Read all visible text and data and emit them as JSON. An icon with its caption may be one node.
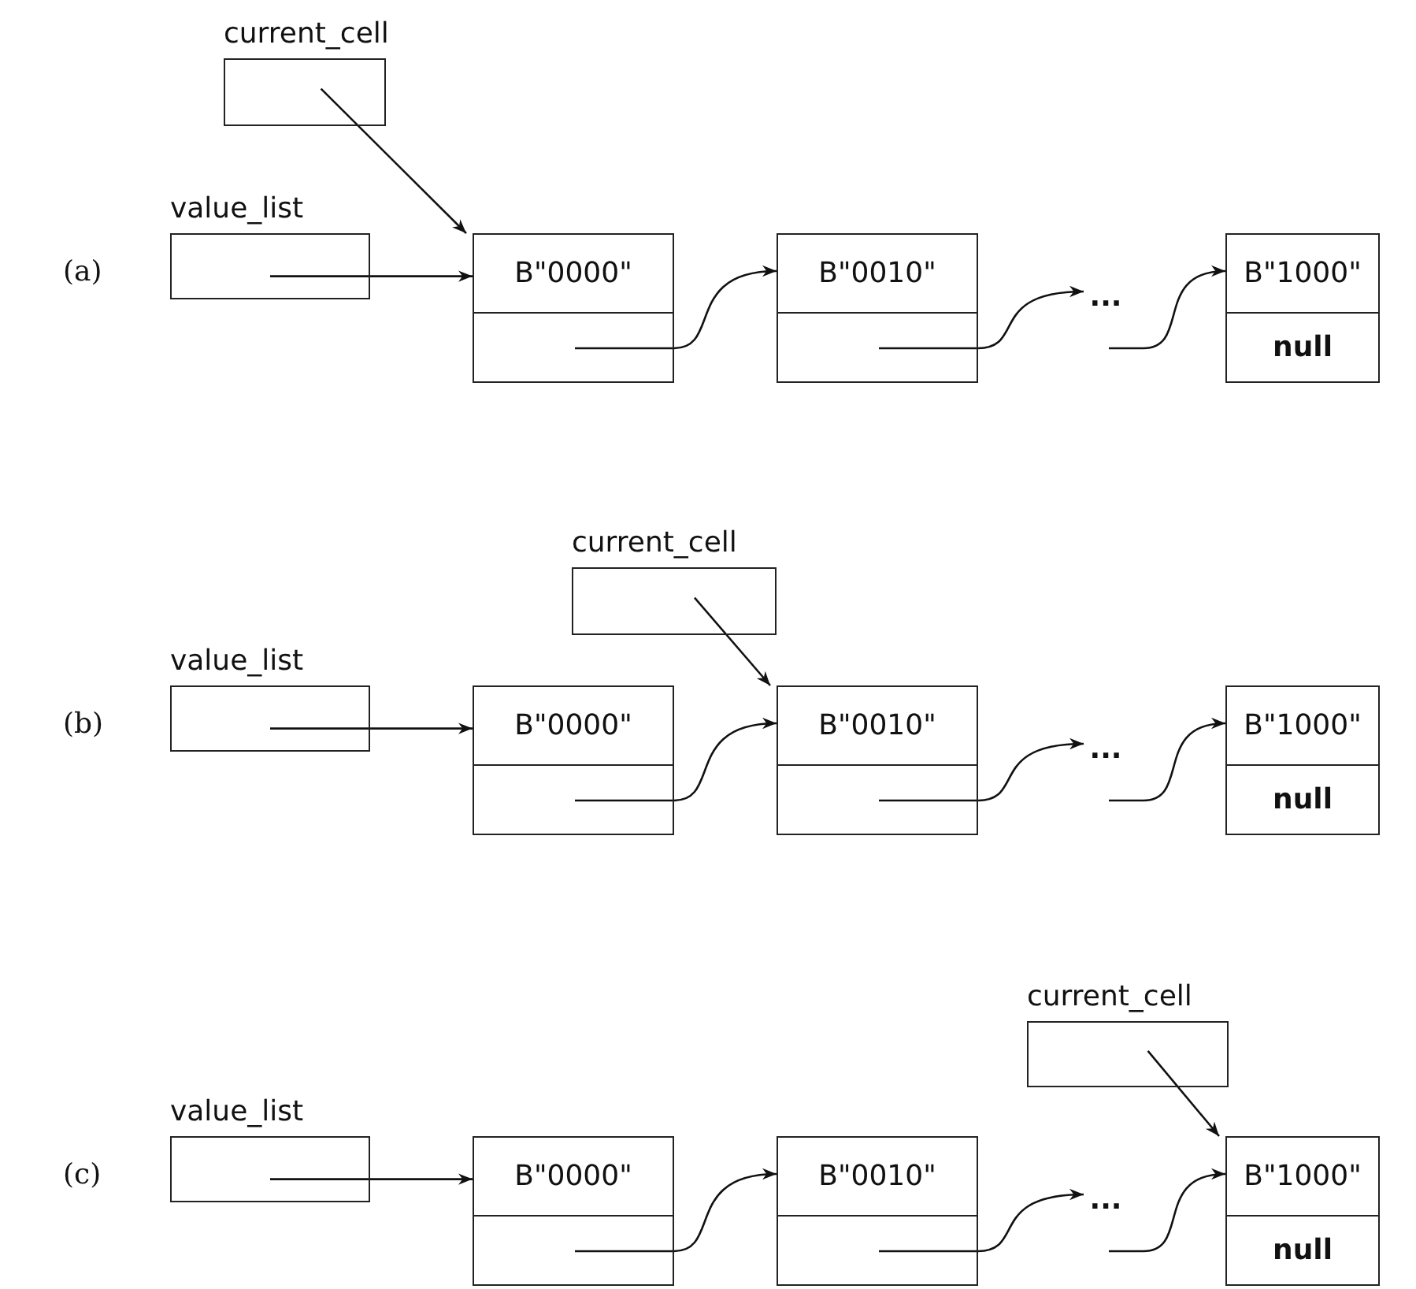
{
  "diagram": {
    "nodes": [
      {
        "text": [
          "current_cell"
        ]
      },
      {
        "text": [
          "value_list"
        ]
      },
      {
        "text": [
          "B\"0000\""
        ]
      },
      {
        "text": [
          "B\"0010\""
        ]
      },
      {
        "text": [
          "..."
        ]
      },
      {
        "text": [
          "B\"1000\"",
          "null"
        ]
      },
      {
        "text": [
          "current_cell"
        ]
      },
      {
        "text": [
          "value_list"
        ]
      },
      {
        "text": [
          "B\"0000\""
        ]
      },
      {
        "text": [
          "B\"0010\""
        ]
      },
      {
        "text": [
          "..."
        ]
      },
      {
        "text": [
          "B\"1000\"",
          "null"
        ]
      },
      {
        "text": [
          "current_cell"
        ]
      },
      {
        "text": [
          "value_list"
        ]
      },
      {
        "text": [
          "B\"0000\""
        ]
      },
      {
        "text": [
          "B\"0010\""
        ]
      },
      {
        "text": [
          "..."
        ]
      },
      {
        "text": [
          "B\"1000\"",
          "null"
        ]
      }
    ],
    "edges": [
      {
        "from": 1,
        "to": 2,
        "arrow": "to"
      },
      {
        "from": 0,
        "to": 2,
        "arrow": "to"
      },
      {
        "from": 2,
        "to": 3,
        "arrow": "to"
      },
      {
        "from": 3,
        "to": 4,
        "arrow": "to"
      },
      {
        "from": 4,
        "to": 5,
        "arrow": "to"
      },
      {
        "from": 7,
        "to": 8,
        "arrow": "to"
      },
      {
        "from": 6,
        "to": 9,
        "arrow": "to"
      },
      {
        "from": 8,
        "to": 9,
        "arrow": "to"
      },
      {
        "from": 9,
        "to": 10,
        "arrow": "to"
      },
      {
        "from": 10,
        "to": 11,
        "arrow": "to"
      },
      {
        "from": 13,
        "to": 14,
        "arrow": "to"
      },
      {
        "from": 12,
        "to": 17,
        "arrow": "to"
      },
      {
        "from": 14,
        "to": 15,
        "arrow": "to"
      },
      {
        "from": 15,
        "to": 16,
        "arrow": "to"
      },
      {
        "from": 16,
        "to": 17,
        "arrow": "to"
      }
    ],
    "labels": [
      "(a)",
      "(b)",
      "(c)"
    ]
  }
}
